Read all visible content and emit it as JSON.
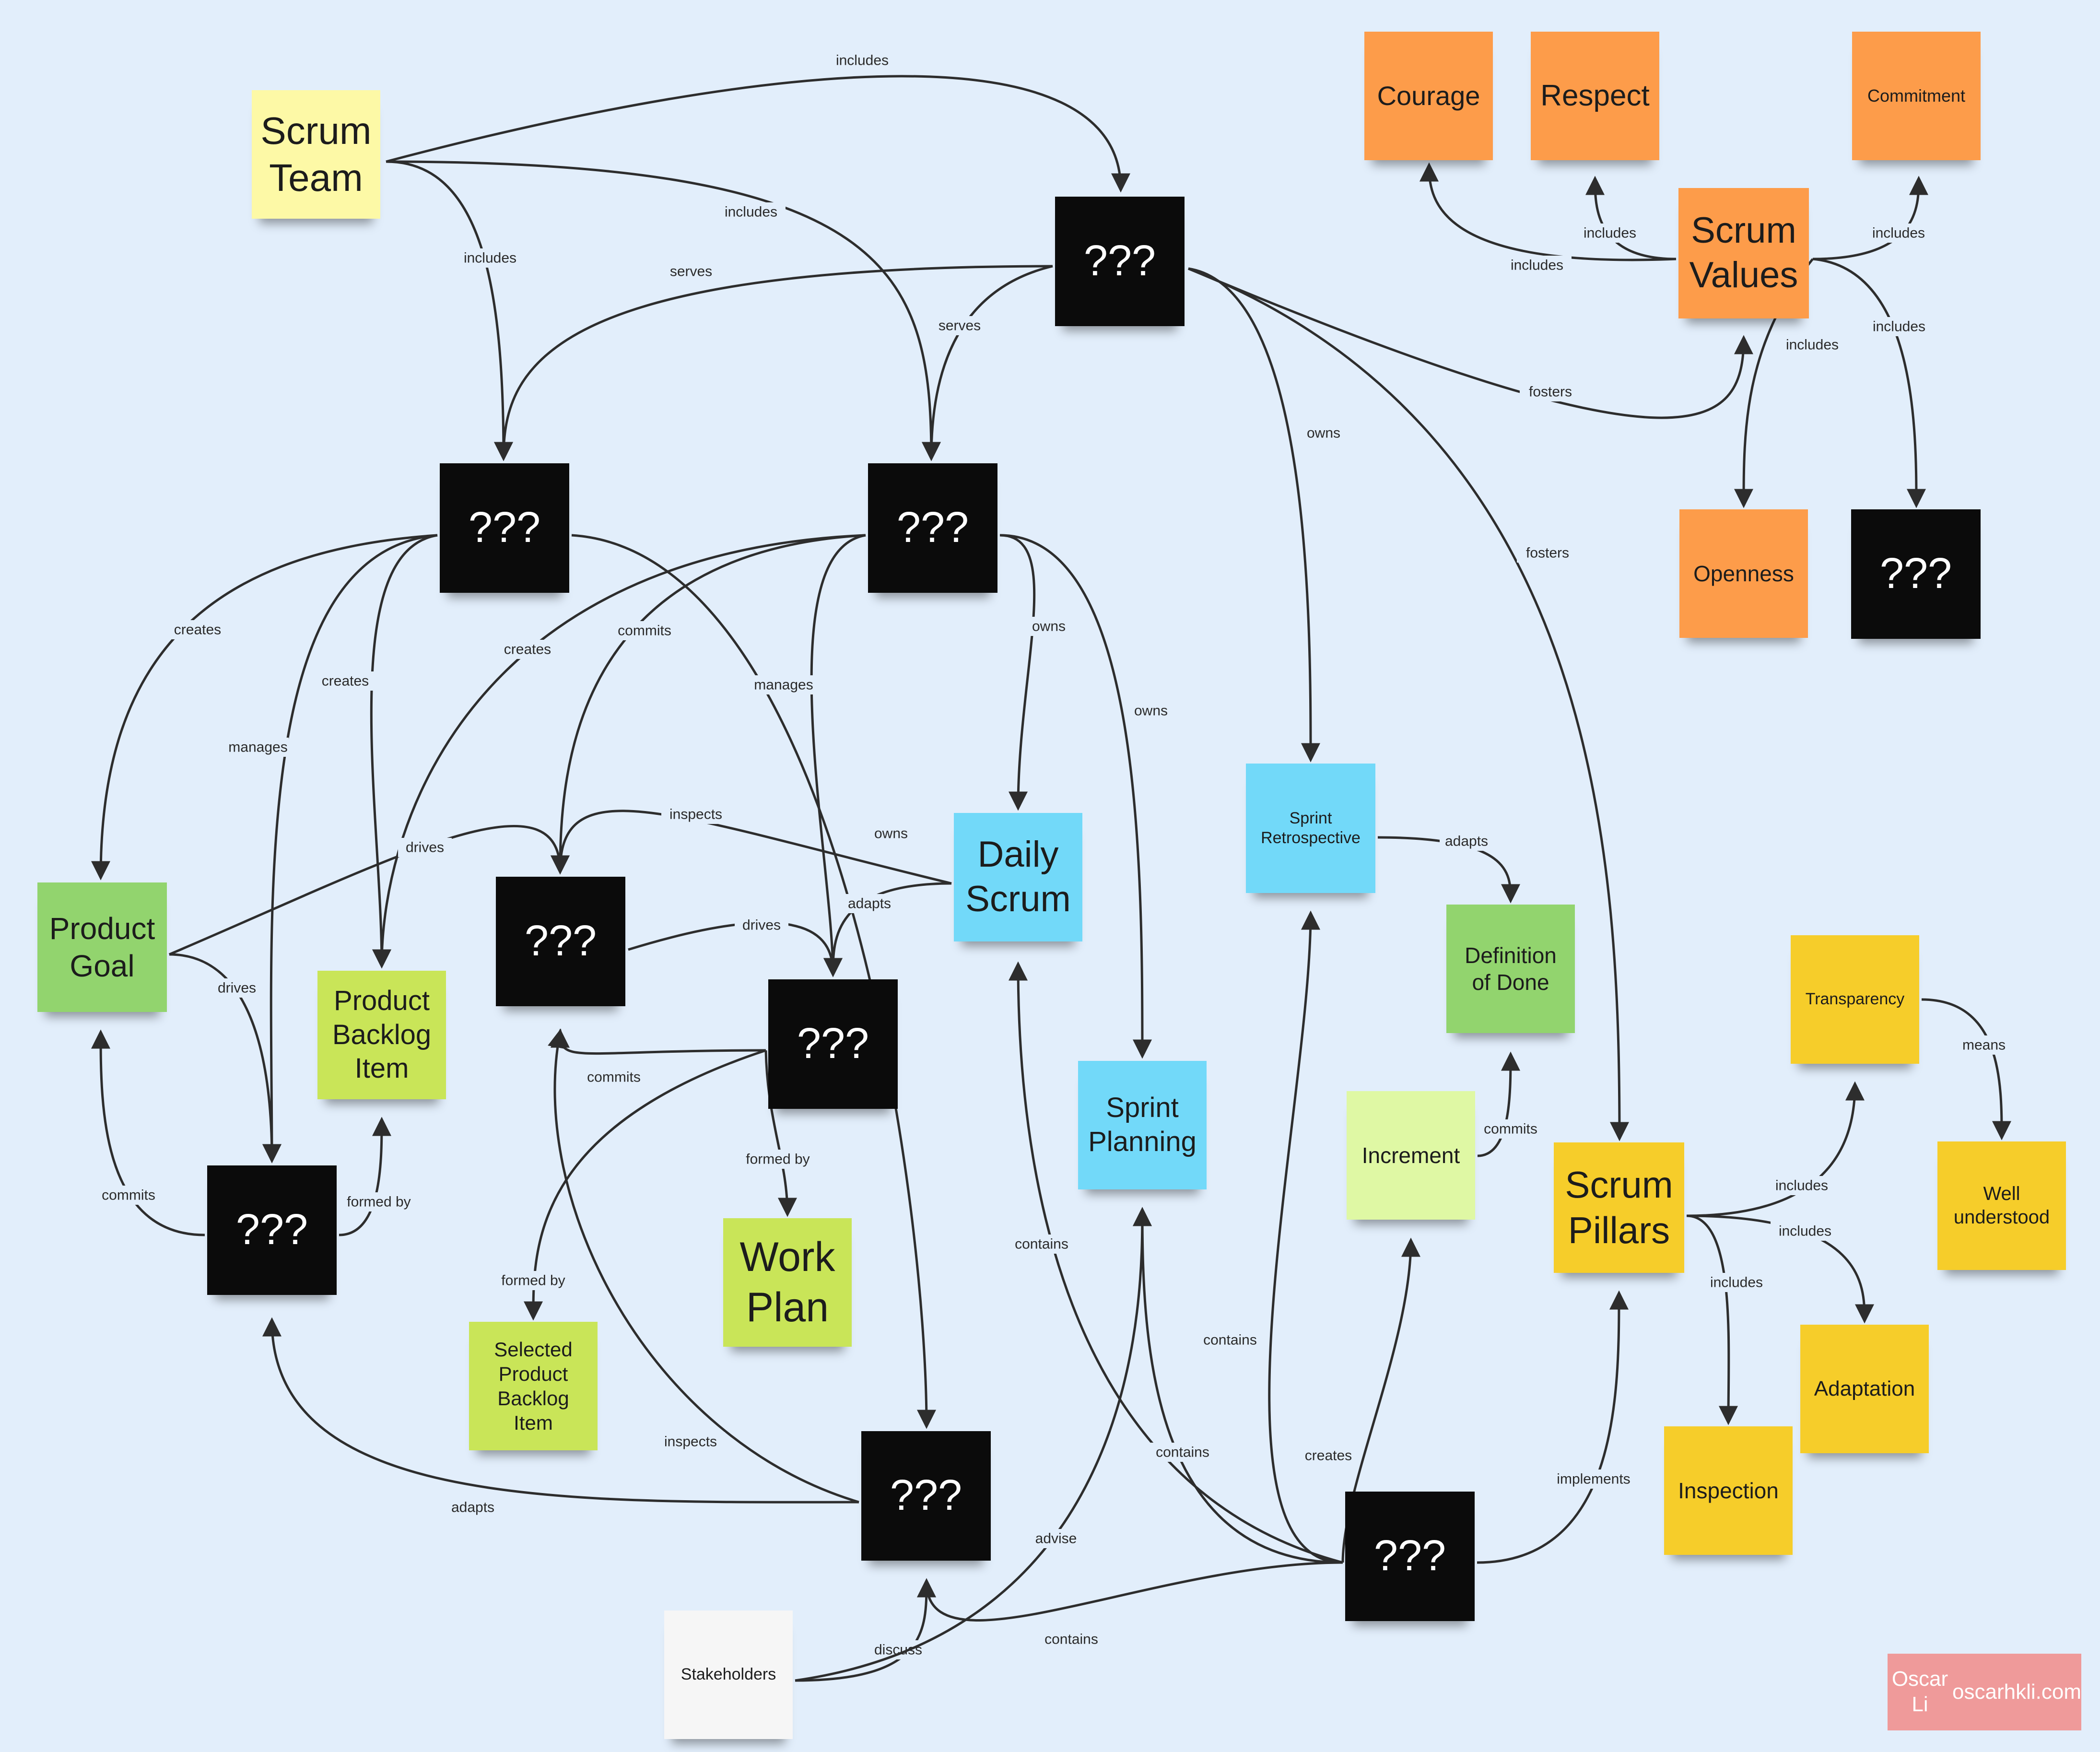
{
  "notes": [
    {
      "id": "scrum_team",
      "text": "Scrum\nTeam",
      "color": "#fdf9a6"
    },
    {
      "id": "top_q",
      "text": "???",
      "color": "#0b0b0b"
    },
    {
      "id": "courage",
      "text": "Courage",
      "color": "#fd9c4a"
    },
    {
      "id": "respect",
      "text": "Respect",
      "color": "#fd9c4a"
    },
    {
      "id": "commitment",
      "text": "Commitment",
      "color": "#fd9c4a"
    },
    {
      "id": "scrum_values",
      "text": "Scrum\nValues",
      "color": "#fd9c4a"
    },
    {
      "id": "openness",
      "text": "Openness",
      "color": "#fd9c4a"
    },
    {
      "id": "focus_q",
      "text": "???",
      "color": "#0b0b0b"
    },
    {
      "id": "po_q",
      "text": "???",
      "color": "#0b0b0b"
    },
    {
      "id": "dev_q",
      "text": "???",
      "color": "#0b0b0b"
    },
    {
      "id": "product_goal",
      "text": "Product\nGoal",
      "color": "#92d46e"
    },
    {
      "id": "pbi",
      "text": "Product\nBacklog\nItem",
      "color": "#c9e558"
    },
    {
      "id": "sg_q",
      "text": "???",
      "color": "#0b0b0b"
    },
    {
      "id": "daily_scrum",
      "text": "Daily\nScrum",
      "color": "#72d9f9"
    },
    {
      "id": "sprint_retro",
      "text": "Sprint\nRetrospective",
      "color": "#72d9f9"
    },
    {
      "id": "dod",
      "text": "Definition\nof Done",
      "color": "#92d46e"
    },
    {
      "id": "sb_q",
      "text": "???",
      "color": "#0b0b0b"
    },
    {
      "id": "pb_q",
      "text": "???",
      "color": "#0b0b0b"
    },
    {
      "id": "work_plan",
      "text": "Work\nPlan",
      "color": "#c9e558"
    },
    {
      "id": "sprint_planning",
      "text": "Sprint\nPlanning",
      "color": "#72d9f9"
    },
    {
      "id": "increment",
      "text": "Increment",
      "color": "#dff8a4"
    },
    {
      "id": "scrum_pillars",
      "text": "Scrum\nPillars",
      "color": "#f6cd2a"
    },
    {
      "id": "transparency",
      "text": "Transparency",
      "color": "#f6cd2a"
    },
    {
      "id": "well_understood",
      "text": "Well\nunderstood",
      "color": "#f6cd2a"
    },
    {
      "id": "adaptation",
      "text": "Adaptation",
      "color": "#f6cd2a"
    },
    {
      "id": "inspection",
      "text": "Inspection",
      "color": "#f6cd2a"
    },
    {
      "id": "spbi",
      "text": "Selected\nProduct\nBacklog\nItem",
      "color": "#c9e558"
    },
    {
      "id": "review_q",
      "text": "???",
      "color": "#0b0b0b"
    },
    {
      "id": "sprint_q",
      "text": "???",
      "color": "#0b0b0b"
    },
    {
      "id": "stakeholders",
      "text": "Stakeholders",
      "color": "#f6f6f6"
    }
  ],
  "edges": [
    {
      "from": "scrum_team",
      "to": "top_q",
      "label": "includes"
    },
    {
      "from": "scrum_team",
      "to": "po_q",
      "label": "includes"
    },
    {
      "from": "scrum_team",
      "to": "dev_q",
      "label": "includes"
    },
    {
      "from": "top_q",
      "to": "po_q",
      "label": "serves"
    },
    {
      "from": "top_q",
      "to": "dev_q",
      "label": "serves"
    },
    {
      "from": "top_q",
      "to": "sprint_retro",
      "label": "owns"
    },
    {
      "from": "top_q",
      "to": "scrum_values",
      "label": "fosters"
    },
    {
      "from": "top_q",
      "to": "scrum_pillars",
      "label": "fosters"
    },
    {
      "from": "scrum_values",
      "to": "courage",
      "label": "includes"
    },
    {
      "from": "scrum_values",
      "to": "respect",
      "label": "includes"
    },
    {
      "from": "scrum_values",
      "to": "commitment",
      "label": "includes"
    },
    {
      "from": "scrum_values",
      "to": "openness",
      "label": "includes"
    },
    {
      "from": "scrum_values",
      "to": "focus_q",
      "label": "includes"
    },
    {
      "from": "po_q",
      "to": "product_goal",
      "label": "creates"
    },
    {
      "from": "po_q",
      "to": "pbi",
      "label": "creates"
    },
    {
      "from": "po_q",
      "to": "pb_q",
      "label": "manages"
    },
    {
      "from": "po_q",
      "to": "review_q",
      "label": "owns"
    },
    {
      "from": "dev_q",
      "to": "pbi",
      "label": "creates"
    },
    {
      "from": "dev_q",
      "to": "sg_q",
      "label": "commits"
    },
    {
      "from": "dev_q",
      "to": "sb_q",
      "label": "manages"
    },
    {
      "from": "dev_q",
      "to": "daily_scrum",
      "label": "owns"
    },
    {
      "from": "dev_q",
      "to": "sprint_planning",
      "label": "owns"
    },
    {
      "from": "product_goal",
      "to": "sg_q",
      "label": "drives"
    },
    {
      "from": "product_goal",
      "to": "pb_q",
      "label": "drives"
    },
    {
      "from": "daily_scrum",
      "to": "sg_q",
      "label": "inspects"
    },
    {
      "from": "daily_scrum",
      "to": "sb_q",
      "label": "adapts"
    },
    {
      "from": "sg_q",
      "to": "sb_q",
      "label": "drives"
    },
    {
      "from": "sb_q",
      "to": "sg_q",
      "label": "commits"
    },
    {
      "from": "sb_q",
      "to": "work_plan",
      "label": "formed by"
    },
    {
      "from": "sb_q",
      "to": "spbi",
      "label": "formed by"
    },
    {
      "from": "pb_q",
      "to": "product_goal",
      "label": "commits"
    },
    {
      "from": "pb_q",
      "to": "pbi",
      "label": "formed by"
    },
    {
      "from": "sprint_retro",
      "to": "dod",
      "label": "adapts"
    },
    {
      "from": "increment",
      "to": "dod",
      "label": "commits"
    },
    {
      "from": "scrum_pillars",
      "to": "transparency",
      "label": "includes"
    },
    {
      "from": "scrum_pillars",
      "to": "adaptation",
      "label": "includes"
    },
    {
      "from": "scrum_pillars",
      "to": "inspection",
      "label": "includes"
    },
    {
      "from": "transparency",
      "to": "well_understood",
      "label": "means"
    },
    {
      "from": "review_q",
      "to": "sg_q",
      "label": "inspects"
    },
    {
      "from": "review_q",
      "to": "pb_q",
      "label": "adapts"
    },
    {
      "from": "sprint_q",
      "to": "daily_scrum",
      "label": "contains"
    },
    {
      "from": "sprint_q",
      "to": "sprint_planning",
      "label": "contains"
    },
    {
      "from": "sprint_q",
      "to": "sprint_retro",
      "label": "contains"
    },
    {
      "from": "sprint_q",
      "to": "increment",
      "label": "creates"
    },
    {
      "from": "sprint_q",
      "to": "scrum_pillars",
      "label": "implements"
    },
    {
      "from": "sprint_q",
      "to": "review_q",
      "label": "contains"
    },
    {
      "from": "stakeholders",
      "to": "review_q",
      "label": "discuss"
    },
    {
      "from": "stakeholders",
      "to": "sprint_planning",
      "label": "advise"
    }
  ],
  "credit": {
    "line1": "Oscar Li",
    "line2": "oscarhkli.com"
  }
}
